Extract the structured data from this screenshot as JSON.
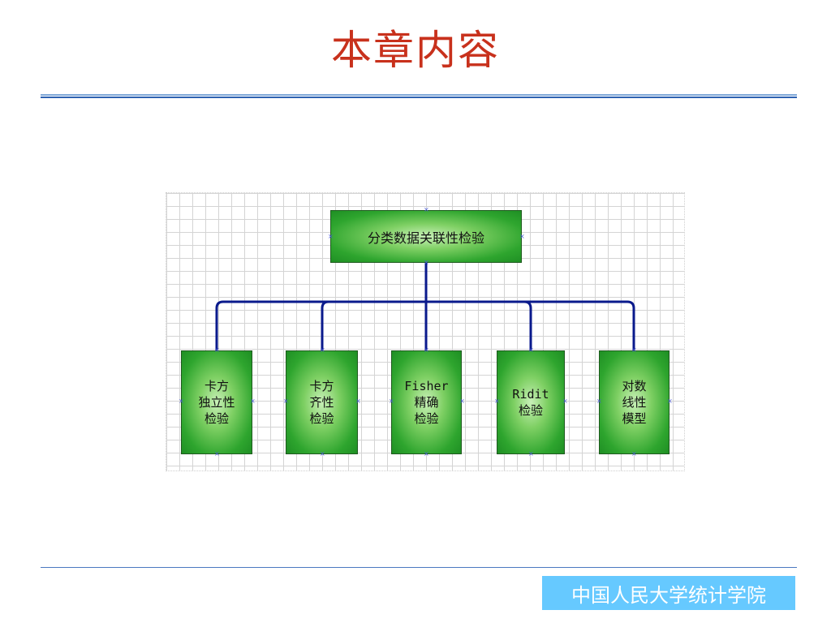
{
  "title": "本章内容",
  "diagram": {
    "root": "分类数据关联性检验",
    "children": [
      "卡方\n独立性\n检验",
      "卡方\n齐性\n检验",
      "Fisher\n精确\n检验",
      "Ridit\n检验",
      "对数\n线性\n模型"
    ]
  },
  "footer": "中国人民大学统计学院",
  "colors": {
    "title": "#c8311c",
    "box_fill": "#2ea52e",
    "connector": "#0a1a8c",
    "footer_bg": "#66c9ff"
  }
}
